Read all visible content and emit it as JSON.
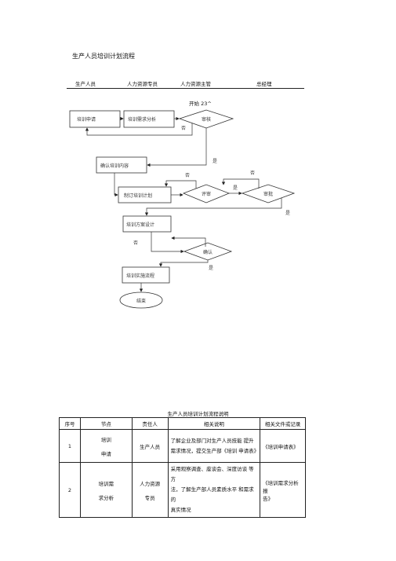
{
  "title": "生产人员培训计划流程",
  "columns": [
    "生产人员",
    "人力资源专员",
    "人力资源主管",
    "总经理"
  ],
  "flow": {
    "start": "开始 23^",
    "nodes": {
      "apply": "培训申请",
      "analysis": "培训需求分析",
      "review": "审核",
      "confirm_content": "确认培训内容",
      "make_plan": "制订培训计划",
      "evaluate": "评审",
      "approve": "审批",
      "design": "培训方案设计",
      "confirm": "确认",
      "implement": "培训实施流程",
      "end": "结束"
    },
    "labels": {
      "no_review": "否",
      "yes_review": "是",
      "no_eval": "否",
      "yes_eval": "是",
      "no_approve": "否",
      "yes_approve": "是",
      "no_confirm": "否",
      "yes_confirm": "是"
    }
  },
  "table": {
    "title": "生产人员培训计划流程说明",
    "headers": [
      "序号",
      "节点",
      "责任人",
      "相关说明",
      "相关文件或记录"
    ],
    "rows": [
      {
        "no": "1",
        "node": [
          "培训",
          "申请"
        ],
        "owner": "生产人员",
        "desc": [
          "了解企业及部门对生产人员技能 提升",
          "需求情况，提交生产部《培训 申请表》"
        ],
        "files": "《培训申请表》"
      },
      {
        "no": "2",
        "node": [
          "培训需",
          "求分析"
        ],
        "owner": [
          "人力资源",
          "专员"
        ],
        "desc": [
          "采用观察调查、座谈会、深度访谈 等方",
          "法，了解生产部人员素质水平 和需求的",
          "真实情况"
        ],
        "files": [
          "《培训需求分析报",
          "告》"
        ]
      }
    ]
  }
}
